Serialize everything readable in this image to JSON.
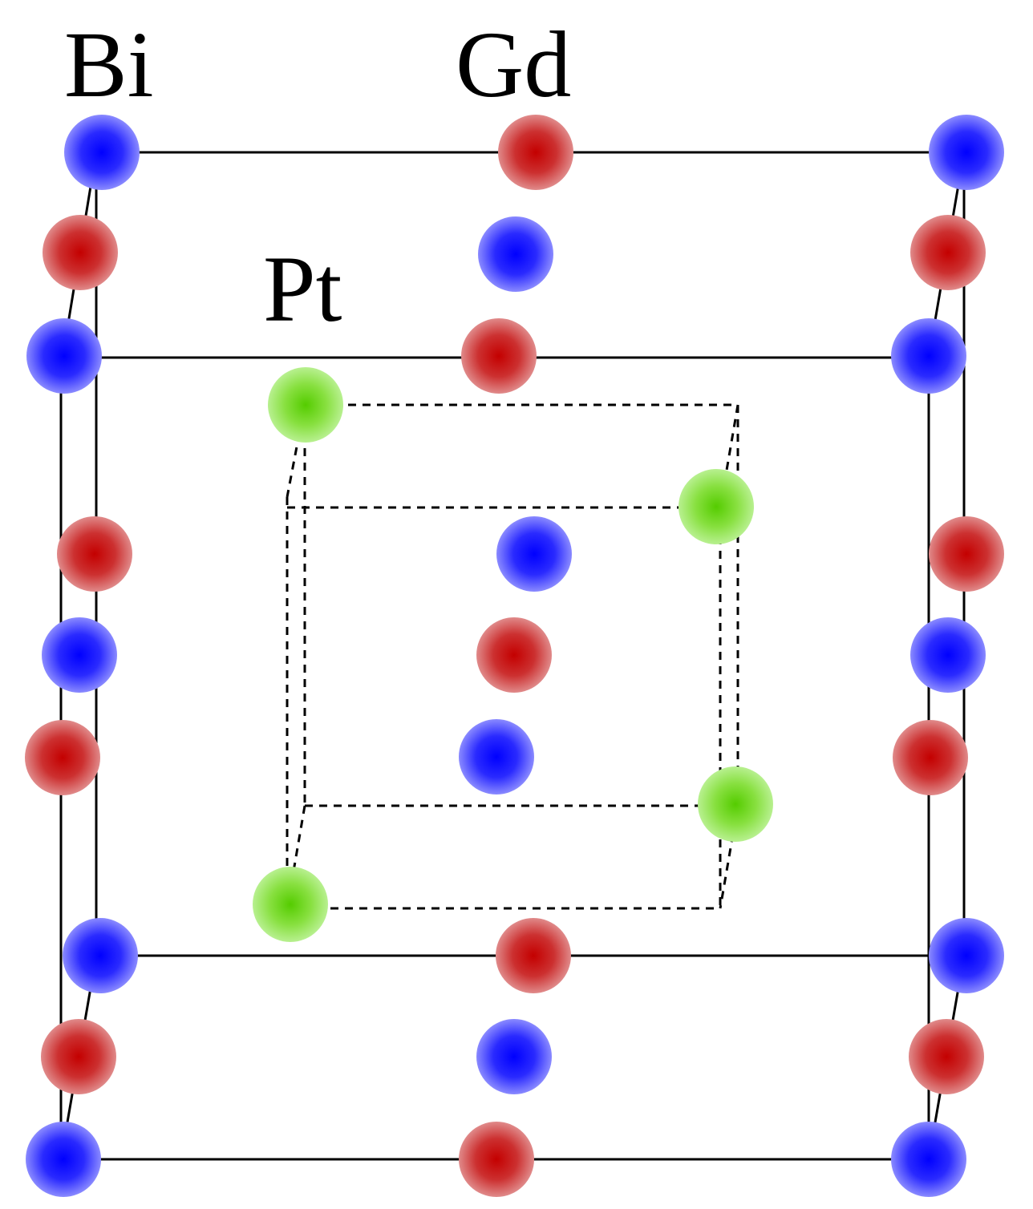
{
  "labels": {
    "bi": "Bi",
    "gd": "Gd",
    "pt": "Pt"
  },
  "colors": {
    "bi": "#0000ff",
    "gd": "#cc0000",
    "pt": "#66dd11",
    "cell_line": "#000000"
  }
}
